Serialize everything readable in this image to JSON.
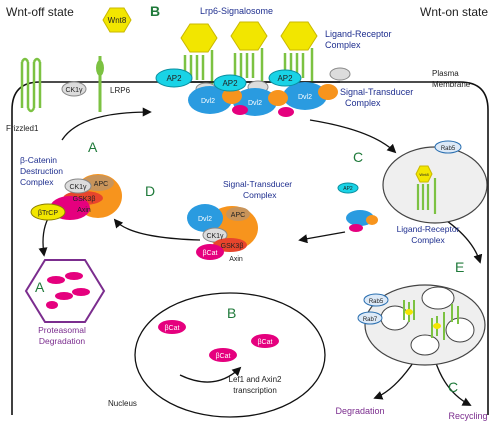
{
  "states": {
    "off": "Wnt-off state",
    "on": "Wnt-on state"
  },
  "ligand": {
    "wnt8": "Wnt8"
  },
  "signalosome": {
    "title": "Lrp6-Signalosome",
    "ligand_receptor": [
      "Ligand-Receptor",
      "Complex"
    ],
    "signal_transducer": [
      "Signal-Transducer",
      "Complex"
    ]
  },
  "membrane": {
    "label": [
      "Plasma",
      "Membrane"
    ],
    "lrp6": "LRP6",
    "frizzled": "Frizzled1",
    "ck1": "CK1γ"
  },
  "proteins": {
    "ap2": "AP2",
    "dvl2": "Dvl2",
    "ck1": "CK1γ",
    "apc": "APC",
    "gsk3b": "GSK3β",
    "axin": "Axin",
    "btrcp": "βTrCP",
    "bcat": "βCat",
    "rab5": "Rab5",
    "rab7": "Rab7",
    "wnt_small": "Wnt8"
  },
  "destruction": {
    "title": [
      "β-Catenin",
      "Destruction",
      "Complex"
    ]
  },
  "transducer_d": {
    "title": [
      "Signal-Transducer",
      "Complex"
    ]
  },
  "endosome": {
    "label": [
      "Ligand-Receptor",
      "Complex"
    ]
  },
  "proteasome": {
    "label": [
      "Proteasomal",
      "Degradation"
    ]
  },
  "nucleus": {
    "label": "Nucleus",
    "transcription": [
      "Lef1 and Axin2",
      "transcription"
    ]
  },
  "fates": {
    "degradation": "Degradation",
    "recycling": "Recycling"
  },
  "steps": {
    "A1": "A",
    "A2": "A",
    "B1": "B",
    "B2": "B",
    "C1": "C",
    "C2": "C",
    "D": "D",
    "E": "E"
  }
}
